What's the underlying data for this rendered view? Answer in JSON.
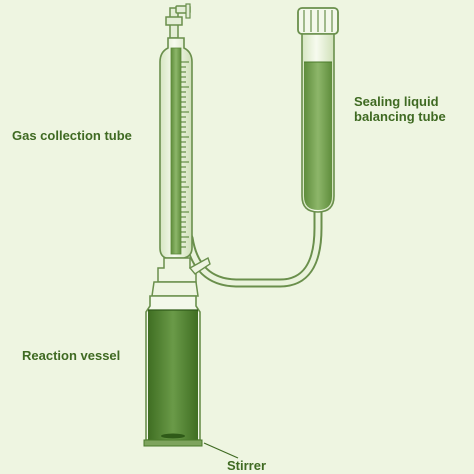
{
  "labels": {
    "gas_collection_tube": "Gas collection tube",
    "sealing_liquid_line1": "Sealing liquid",
    "sealing_liquid_line2": "balancing tube",
    "reaction_vessel": "Reaction vessel",
    "stirrer": "Stirrer"
  },
  "colors": {
    "background": "#eef5e1",
    "label_text": "#3f6a22",
    "liquid": "#7da65a",
    "liquid_dark": "#4a7a2a",
    "glass": "#f3f8ea",
    "glass_outline": "#6a8f4c"
  }
}
